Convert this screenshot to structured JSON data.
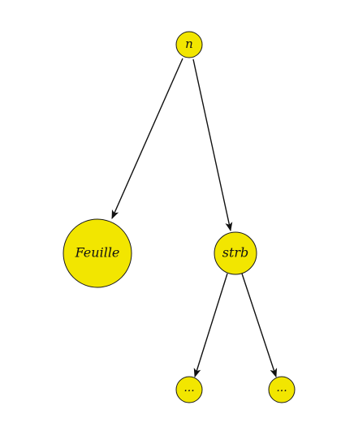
{
  "colors": {
    "node_fill": "#f2e600",
    "node_stroke": "#1a1a1a",
    "edge": "#111111",
    "background": "#ffffff"
  },
  "tree": {
    "nodes": [
      {
        "id": "n",
        "label": "n"
      },
      {
        "id": "feuille",
        "label": "Feuille"
      },
      {
        "id": "strb",
        "label": "strb"
      },
      {
        "id": "dots-left",
        "label": "..."
      },
      {
        "id": "dots-right",
        "label": "..."
      }
    ],
    "edges": [
      {
        "from": "n",
        "to": "feuille"
      },
      {
        "from": "n",
        "to": "strb"
      },
      {
        "from": "strb",
        "to": "dots-left"
      },
      {
        "from": "strb",
        "to": "dots-right"
      }
    ]
  }
}
